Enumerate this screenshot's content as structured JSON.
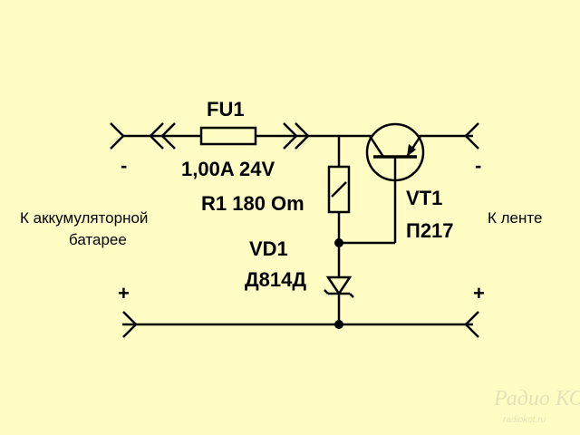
{
  "labels": {
    "fuse_ref": "FU1",
    "fuse_rating": "1,00A 24V",
    "resistor": "R1 180 Om",
    "transistor_ref": "VT1",
    "transistor_type": "П217",
    "diode_ref": "VD1",
    "diode_type": "Д814Д",
    "left_minus": "-",
    "left_plus": "+",
    "right_minus": "-",
    "right_plus": "+",
    "battery_line1": "К аккумуляторной",
    "battery_line2": "батарее",
    "tape": "К ленте"
  },
  "watermark": {
    "brand": "Радио КОТ",
    "url": "radiokot.ru"
  },
  "colors": {
    "background": "#fffcc4",
    "wire": "#000000",
    "watermark": "#e6e2b8"
  }
}
